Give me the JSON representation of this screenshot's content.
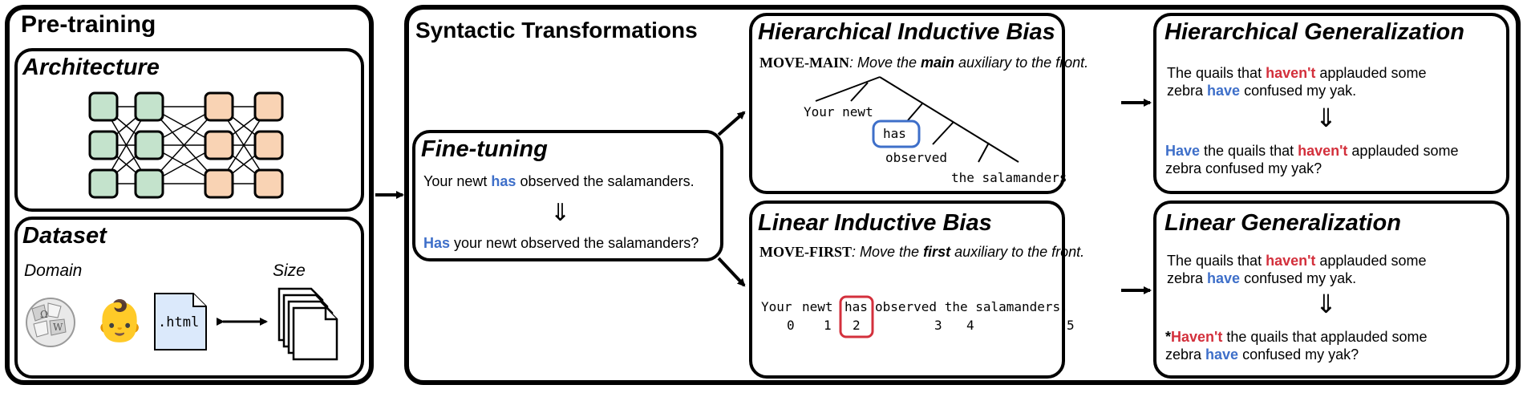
{
  "pretraining": {
    "title": "Pre-training",
    "architecture_title": "Architecture",
    "dataset_title": "Dataset",
    "domain_label": "Domain",
    "size_label": "Size",
    "html_file_label": ".html",
    "baby_emoji": "👶"
  },
  "syntactic": {
    "title": "Syntactic Transformations"
  },
  "finetuning": {
    "title": "Fine-tuning",
    "sentence1_pre": "Your newt ",
    "sentence1_aux": "has",
    "sentence1_post": " observed the salamanders.",
    "arrow": "⇓",
    "sentence2_aux": "Has",
    "sentence2_post": " your newt observed the salamanders?"
  },
  "hier_bias": {
    "title": "Hierarchical Inductive Bias",
    "rule_name": "MOVE-MAIN",
    "rule_pre": ": Move the ",
    "rule_key": "main",
    "rule_post": " auxiliary to the front.",
    "tree_your_newt": "Your newt",
    "tree_has": "has",
    "tree_observed": "observed",
    "tree_salamanders": "the salamanders"
  },
  "linear_bias": {
    "title": "Linear Inductive Bias",
    "rule_name": "MOVE-FIRST",
    "rule_pre": ": Move the ",
    "rule_key": "first",
    "rule_post": " auxiliary to the front.",
    "w_your": "Your",
    "w_newt": "newt",
    "w_has": "has",
    "w_rest": "observed the salamanders.",
    "i0": "0",
    "i1": "1",
    "i2": "2",
    "i3": "3",
    "i4": "4",
    "i5": "5"
  },
  "hier_gen": {
    "title": "Hierarchical Generalization",
    "l1_pre": "The quails that ",
    "l1_red": "haven't",
    "l1_post": " applauded some",
    "l2_pre": "zebra ",
    "l2_blue": "have",
    "l2_post": " confused my yak.",
    "arrow": "⇓",
    "l3_blue": "Have",
    "l3_mid": " the quails that ",
    "l3_red": "haven't",
    "l3_post": " applauded some",
    "l4": "zebra confused my yak?"
  },
  "linear_gen": {
    "title": "Linear Generalization",
    "l1_pre": "The quails that ",
    "l1_red": "haven't",
    "l1_post": " applauded some",
    "l2_pre": "zebra ",
    "l2_blue": "have",
    "l2_post": " confused my yak.",
    "arrow": "⇓",
    "l3_star": "*",
    "l3_red": "Haven't",
    "l3_post": " the quails that applauded some",
    "l4_pre": "zebra ",
    "l4_blue": "have",
    "l4_post": " confused my yak?"
  },
  "colors": {
    "node_green": "#c4e3cc",
    "node_orange": "#f9d3b4",
    "blue": "#3e6fc9",
    "red": "#d3303c"
  }
}
